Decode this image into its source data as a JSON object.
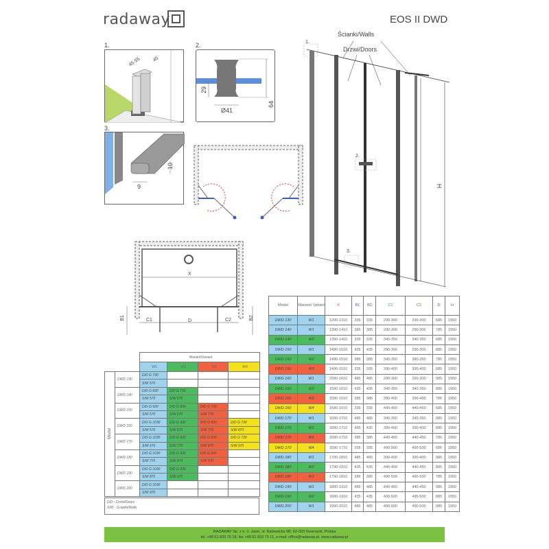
{
  "brand": {
    "logo_text": "radaway"
  },
  "title": "EOS II DWD",
  "details": {
    "d1": {
      "num": "1.",
      "dim_a": "45-55",
      "dim_b": "45"
    },
    "d2": {
      "num": "2.",
      "dim_height_small": "29",
      "dim_height": "64",
      "dim_diameter": "Ø41"
    },
    "d3": {
      "num": "3.",
      "dim_h": "10",
      "dim_w": "9"
    }
  },
  "elevation": {
    "walls": "Ścianki/Walls",
    "doors": "Drzwi/Doors",
    "mark1": "1.",
    "mark2": "2.",
    "mark3": "3.",
    "height": "H"
  },
  "plan": {
    "x": "X",
    "b1": "B1",
    "b2": "B2",
    "c1": "C1",
    "c2": "C2",
    "d": "D"
  },
  "colors": {
    "W1": "#9fd3ee",
    "W2": "#4cbb5e",
    "W3": "#f0623f",
    "W4": "#f3e21b"
  },
  "spec_table": {
    "headers": [
      "Model",
      "Wariant/ Variant",
      "X",
      "B1",
      "B2",
      "C1",
      "C2",
      "D",
      "H"
    ],
    "rows": [
      [
        "DWD 130",
        "W1",
        "1290-1310",
        "335",
        "335",
        "290-300",
        "290-300",
        "685",
        "1950"
      ],
      [
        "DWD 140",
        "W1",
        "1390-1410",
        "385",
        "385",
        "290-300",
        "290-300",
        "785",
        "1950"
      ],
      [
        "DWD 140",
        "W2",
        "1390-1410",
        "335",
        "335",
        "340-350",
        "340-350",
        "685",
        "1950"
      ],
      [
        "DWD 150",
        "W1",
        "1490-1510",
        "435",
        "435",
        "290-300",
        "290-300",
        "885",
        "1950"
      ],
      [
        "DWD 150",
        "W2",
        "1490-1510",
        "385",
        "385",
        "340-350",
        "340-350",
        "785",
        "1950"
      ],
      [
        "DWD 150",
        "W3",
        "1490-1510",
        "335",
        "335",
        "390-400",
        "390-400",
        "685",
        "1950"
      ],
      [
        "DWD 160",
        "W1",
        "1590-1610",
        "485",
        "485",
        "290-300",
        "290-300",
        "985",
        "1950"
      ],
      [
        "DWD 160",
        "W2",
        "1590-1610",
        "435",
        "435",
        "340-350",
        "340-350",
        "885",
        "1950"
      ],
      [
        "DWD 160",
        "W3",
        "1590-1610",
        "385",
        "385",
        "390-400",
        "390-400",
        "785",
        "1950"
      ],
      [
        "DWD 160",
        "W4",
        "1590-1610",
        "335",
        "335",
        "440-450",
        "440-450",
        "685",
        "1950"
      ],
      [
        "DWD 170",
        "W1",
        "1690-1710",
        "485",
        "485",
        "340-350",
        "340-350",
        "985",
        "1950"
      ],
      [
        "DWD 170",
        "W2",
        "1690-1710",
        "435",
        "435",
        "390-400",
        "390-400",
        "885",
        "1950"
      ],
      [
        "DWD 170",
        "W3",
        "1690-1710",
        "385",
        "385",
        "440-450",
        "440-450",
        "785",
        "1950"
      ],
      [
        "DWD 170",
        "W4",
        "1690-1710",
        "335",
        "335",
        "490-500",
        "490-500",
        "685",
        "1950"
      ],
      [
        "DWD 180",
        "W1",
        "1790-1810",
        "485",
        "485",
        "390-400",
        "390-400",
        "985",
        "1950"
      ],
      [
        "DWD 180",
        "W2",
        "1790-1810",
        "435",
        "435",
        "440-450",
        "440-450",
        "885",
        "1950"
      ],
      [
        "DWD 180",
        "W3",
        "1790-1810",
        "385",
        "385",
        "490-500",
        "490-500",
        "785",
        "1950"
      ],
      [
        "DWD 190",
        "W1",
        "1890-1910",
        "485",
        "485",
        "440-450",
        "440-450",
        "985",
        "1950"
      ],
      [
        "DWD 190",
        "W2",
        "1890-1910",
        "435",
        "435",
        "490-500",
        "490-500",
        "885",
        "1950"
      ],
      [
        "DWD 200",
        "W1",
        "1990-2010",
        "485",
        "485",
        "490-500",
        "490-500",
        "985",
        "1950"
      ]
    ]
  },
  "variant_table": {
    "header": "Wariant/Variant",
    "axis_label": "Model",
    "variants": [
      "W1",
      "W2",
      "W3",
      "W4"
    ],
    "models": [
      {
        "name": "DWD 130",
        "cells": [
          [
            "D/D G 730",
            "S/W 570"
          ]
        ]
      },
      {
        "name": "DWD 140",
        "cells": [
          [
            "D/D G 830",
            "S/W 570"
          ],
          [
            "D/D G 730",
            "S/W 670"
          ]
        ]
      },
      {
        "name": "DWD 150",
        "cells": [
          [
            "D/D G 930",
            "S/W 570"
          ],
          [
            "D/D G 830",
            "S/W 670"
          ],
          [
            "D/D G 730",
            "S/W 770"
          ]
        ]
      },
      {
        "name": "DWD 160",
        "cells": [
          [
            "D/D G 1030",
            "S/W 570"
          ],
          [
            "D/D G 930",
            "S/W 670"
          ],
          [
            "D/D G 830",
            "S/W 770"
          ],
          [
            "D/D G 730",
            "S/W 870"
          ]
        ]
      },
      {
        "name": "DWD 170",
        "cells": [
          [
            "D/D G 1030",
            "S/W 670"
          ],
          [
            "D/D G 930",
            "S/W 770"
          ],
          [
            "D/D G 830",
            "S/W 870"
          ],
          [
            "D/D G 730",
            "S/W 970"
          ]
        ]
      },
      {
        "name": "DWD 180",
        "cells": [
          [
            "D/D G 1030",
            "S/W 770"
          ],
          [
            "D/D G 930",
            "S/W 870"
          ],
          [
            "D/D G 830",
            "S/W 970"
          ]
        ]
      },
      {
        "name": "DWD 190",
        "cells": [
          [
            "D/D G 1030",
            "S/W 870"
          ],
          [
            "D/D G 930",
            "S/W 970"
          ]
        ]
      },
      {
        "name": "DWD 200",
        "cells": [
          [
            "D/D G 1030",
            "S/W 970"
          ]
        ]
      }
    ],
    "legend": [
      "D/D - Drzwi/Doors",
      "S/W - Ścianki/Walls"
    ]
  },
  "footer": {
    "line1": "RADAWAY Sp. z o. o. Jasin, ul. Rabowicka 9B, 62-020 Swarzędz, Polska",
    "line2": "tel. +48 61 833 75 18, fax +48 61 833 75 11, e-mail: office@radaway.pl, www.radaway.pl"
  }
}
